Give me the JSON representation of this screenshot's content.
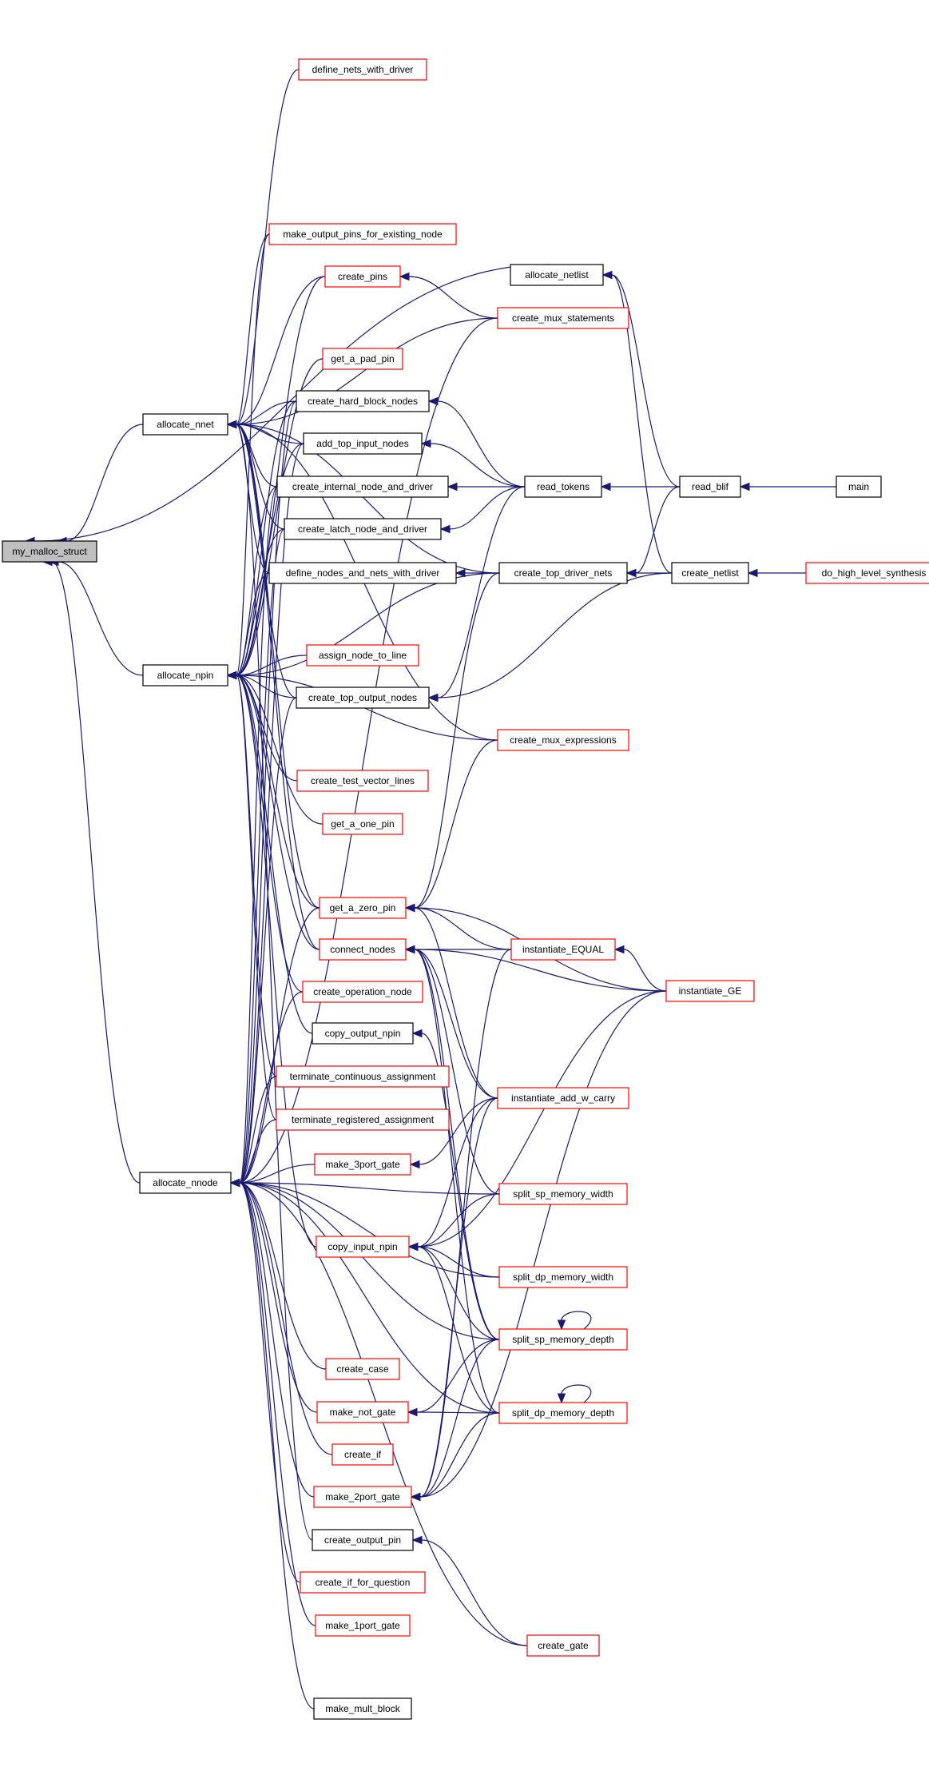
{
  "diagram": {
    "colors": {
      "edge": "#191970",
      "arrow": "#191970",
      "focus_fill": "#bfbfbf",
      "border_black": "#000000",
      "border_red": "#ff0000",
      "fill": "#ffffff",
      "text": "#000000"
    },
    "nodes": [
      {
        "id": "my_malloc_struct",
        "label": "my_malloc_struct",
        "style": "focus"
      },
      {
        "id": "allocate_nnet",
        "label": "allocate_nnet",
        "style": "black"
      },
      {
        "id": "allocate_npin",
        "label": "allocate_npin",
        "style": "black"
      },
      {
        "id": "allocate_nnode",
        "label": "allocate_nnode",
        "style": "black"
      },
      {
        "id": "define_nets_with_driver",
        "label": "define_nets_with_driver",
        "style": "red"
      },
      {
        "id": "make_output_pins_for_existing_node",
        "label": "make_output_pins_for_existing_node",
        "style": "red"
      },
      {
        "id": "create_pins",
        "label": "create_pins",
        "style": "red"
      },
      {
        "id": "get_a_pad_pin",
        "label": "get_a_pad_pin",
        "style": "red"
      },
      {
        "id": "create_hard_block_nodes",
        "label": "create_hard_block_nodes",
        "style": "black"
      },
      {
        "id": "add_top_input_nodes",
        "label": "add_top_input_nodes",
        "style": "black"
      },
      {
        "id": "create_internal_node_and_driver",
        "label": "create_internal_node_and_driver",
        "style": "black"
      },
      {
        "id": "create_latch_node_and_driver",
        "label": "create_latch_node_and_driver",
        "style": "black"
      },
      {
        "id": "define_nodes_and_nets_with_driver",
        "label": "define_nodes_and_nets_with_driver",
        "style": "black"
      },
      {
        "id": "assign_node_to_line",
        "label": "assign_node_to_line",
        "style": "red"
      },
      {
        "id": "create_top_output_nodes",
        "label": "create_top_output_nodes",
        "style": "black"
      },
      {
        "id": "create_test_vector_lines",
        "label": "create_test_vector_lines",
        "style": "red"
      },
      {
        "id": "get_a_one_pin",
        "label": "get_a_one_pin",
        "style": "red"
      },
      {
        "id": "get_a_zero_pin",
        "label": "get_a_zero_pin",
        "style": "red"
      },
      {
        "id": "connect_nodes",
        "label": "connect_nodes",
        "style": "red"
      },
      {
        "id": "create_operation_node",
        "label": "create_operation_node",
        "style": "red"
      },
      {
        "id": "copy_output_npin",
        "label": "copy_output_npin",
        "style": "black"
      },
      {
        "id": "terminate_continuous_assignment",
        "label": "terminate_continuous_assignment",
        "style": "red"
      },
      {
        "id": "terminate_registered_assignment",
        "label": "terminate_registered_assignment",
        "style": "red"
      },
      {
        "id": "make_3port_gate",
        "label": "make_3port_gate",
        "style": "red"
      },
      {
        "id": "copy_input_npin",
        "label": "copy_input_npin",
        "style": "red"
      },
      {
        "id": "create_case",
        "label": "create_case",
        "style": "red"
      },
      {
        "id": "make_not_gate",
        "label": "make_not_gate",
        "style": "red"
      },
      {
        "id": "create_if",
        "label": "create_if",
        "style": "red"
      },
      {
        "id": "make_2port_gate",
        "label": "make_2port_gate",
        "style": "red"
      },
      {
        "id": "create_output_pin",
        "label": "create_output_pin",
        "style": "black"
      },
      {
        "id": "create_if_for_question",
        "label": "create_if_for_question",
        "style": "red"
      },
      {
        "id": "make_1port_gate",
        "label": "make_1port_gate",
        "style": "red"
      },
      {
        "id": "make_mult_block",
        "label": "make_mult_block",
        "style": "black"
      },
      {
        "id": "allocate_netlist",
        "label": "allocate_netlist",
        "style": "black"
      },
      {
        "id": "create_mux_statements",
        "label": "create_mux_statements",
        "style": "red"
      },
      {
        "id": "read_tokens",
        "label": "read_tokens",
        "style": "black"
      },
      {
        "id": "create_top_driver_nets",
        "label": "create_top_driver_nets",
        "style": "black"
      },
      {
        "id": "create_mux_expressions",
        "label": "create_mux_expressions",
        "style": "red"
      },
      {
        "id": "instantiate_EQUAL",
        "label": "instantiate_EQUAL",
        "style": "red"
      },
      {
        "id": "instantiate_add_w_carry",
        "label": "instantiate_add_w_carry",
        "style": "red"
      },
      {
        "id": "split_sp_memory_width",
        "label": "split_sp_memory_width",
        "style": "red"
      },
      {
        "id": "split_dp_memory_width",
        "label": "split_dp_memory_width",
        "style": "red"
      },
      {
        "id": "split_sp_memory_depth",
        "label": "split_sp_memory_depth",
        "style": "red"
      },
      {
        "id": "split_dp_memory_depth",
        "label": "split_dp_memory_depth",
        "style": "red"
      },
      {
        "id": "create_gate",
        "label": "create_gate",
        "style": "red"
      },
      {
        "id": "read_blif",
        "label": "read_blif",
        "style": "black"
      },
      {
        "id": "create_netlist",
        "label": "create_netlist",
        "style": "black"
      },
      {
        "id": "instantiate_GE",
        "label": "instantiate_GE",
        "style": "red"
      },
      {
        "id": "main",
        "label": "main",
        "style": "black"
      },
      {
        "id": "do_high_level_synthesis",
        "label": "do_high_level_synthesis",
        "style": "red"
      }
    ],
    "edges": [
      {
        "to": "my_malloc_struct",
        "from": "allocate_nnet"
      },
      {
        "to": "my_malloc_struct",
        "from": "allocate_npin"
      },
      {
        "to": "my_malloc_struct",
        "from": "allocate_nnode"
      },
      {
        "to": "my_malloc_struct",
        "from": "allocate_netlist"
      },
      {
        "to": "allocate_nnet",
        "from": "define_nets_with_driver"
      },
      {
        "to": "allocate_nnet",
        "from": "make_output_pins_for_existing_node"
      },
      {
        "to": "allocate_nnet",
        "from": "create_pins"
      },
      {
        "to": "allocate_nnet",
        "from": "create_hard_block_nodes"
      },
      {
        "to": "allocate_nnet",
        "from": "add_top_input_nodes"
      },
      {
        "to": "allocate_nnet",
        "from": "create_internal_node_and_driver"
      },
      {
        "to": "allocate_nnet",
        "from": "create_latch_node_and_driver"
      },
      {
        "to": "allocate_nnet",
        "from": "define_nodes_and_nets_with_driver"
      },
      {
        "to": "allocate_nnet",
        "from": "create_mux_statements"
      },
      {
        "to": "allocate_nnet",
        "from": "create_top_driver_nets"
      },
      {
        "to": "allocate_nnet",
        "from": "create_mux_expressions"
      },
      {
        "to": "allocate_nnet",
        "from": "create_top_output_nodes"
      },
      {
        "to": "allocate_nnet",
        "from": "get_a_zero_pin"
      },
      {
        "to": "allocate_nnet",
        "from": "connect_nodes"
      },
      {
        "to": "allocate_nnet",
        "from": "create_output_pin"
      },
      {
        "to": "allocate_npin",
        "from": "make_output_pins_for_existing_node"
      },
      {
        "to": "allocate_npin",
        "from": "create_pins"
      },
      {
        "to": "allocate_npin",
        "from": "get_a_pad_pin"
      },
      {
        "to": "allocate_npin",
        "from": "create_hard_block_nodes"
      },
      {
        "to": "allocate_npin",
        "from": "add_top_input_nodes"
      },
      {
        "to": "allocate_npin",
        "from": "create_internal_node_and_driver"
      },
      {
        "to": "allocate_npin",
        "from": "create_latch_node_and_driver"
      },
      {
        "to": "allocate_npin",
        "from": "define_nodes_and_nets_with_driver"
      },
      {
        "to": "allocate_npin",
        "from": "assign_node_to_line"
      },
      {
        "to": "allocate_npin",
        "from": "create_top_output_nodes"
      },
      {
        "to": "allocate_npin",
        "from": "create_test_vector_lines"
      },
      {
        "to": "allocate_npin",
        "from": "get_a_one_pin"
      },
      {
        "to": "allocate_npin",
        "from": "get_a_zero_pin"
      },
      {
        "to": "allocate_npin",
        "from": "connect_nodes"
      },
      {
        "to": "allocate_npin",
        "from": "create_operation_node"
      },
      {
        "to": "allocate_npin",
        "from": "copy_output_npin"
      },
      {
        "to": "allocate_npin",
        "from": "terminate_continuous_assignment"
      },
      {
        "to": "allocate_npin",
        "from": "terminate_registered_assignment"
      },
      {
        "to": "allocate_npin",
        "from": "copy_input_npin"
      },
      {
        "to": "allocate_npin",
        "from": "create_top_driver_nets"
      },
      {
        "to": "allocate_npin",
        "from": "create_mux_expressions"
      },
      {
        "to": "allocate_nnode",
        "from": "create_hard_block_nodes"
      },
      {
        "to": "allocate_nnode",
        "from": "add_top_input_nodes"
      },
      {
        "to": "allocate_nnode",
        "from": "create_internal_node_and_driver"
      },
      {
        "to": "allocate_nnode",
        "from": "create_latch_node_and_driver"
      },
      {
        "to": "allocate_nnode",
        "from": "create_top_output_nodes"
      },
      {
        "to": "allocate_nnode",
        "from": "get_a_zero_pin"
      },
      {
        "to": "allocate_nnode",
        "from": "create_operation_node"
      },
      {
        "to": "allocate_nnode",
        "from": "terminate_continuous_assignment"
      },
      {
        "to": "allocate_nnode",
        "from": "terminate_registered_assignment"
      },
      {
        "to": "allocate_nnode",
        "from": "make_3port_gate"
      },
      {
        "to": "allocate_nnode",
        "from": "split_sp_memory_width"
      },
      {
        "to": "allocate_nnode",
        "from": "split_dp_memory_width"
      },
      {
        "to": "allocate_nnode",
        "from": "split_sp_memory_depth"
      },
      {
        "to": "allocate_nnode",
        "from": "create_case"
      },
      {
        "to": "allocate_nnode",
        "from": "make_not_gate"
      },
      {
        "to": "allocate_nnode",
        "from": "create_if"
      },
      {
        "to": "allocate_nnode",
        "from": "make_2port_gate"
      },
      {
        "to": "allocate_nnode",
        "from": "create_if_for_question"
      },
      {
        "to": "allocate_nnode",
        "from": "make_1port_gate"
      },
      {
        "to": "allocate_nnode",
        "from": "split_dp_memory_depth"
      },
      {
        "to": "allocate_nnode",
        "from": "make_mult_block"
      },
      {
        "to": "allocate_nnode",
        "from": "create_gate"
      },
      {
        "to": "allocate_nnode",
        "from": "create_mux_statements"
      },
      {
        "to": "create_pins",
        "from": "create_mux_statements"
      },
      {
        "to": "create_hard_block_nodes",
        "from": "read_tokens"
      },
      {
        "to": "add_top_input_nodes",
        "from": "read_tokens"
      },
      {
        "to": "create_internal_node_and_driver",
        "from": "read_tokens"
      },
      {
        "to": "create_latch_node_and_driver",
        "from": "read_tokens"
      },
      {
        "to": "define_nodes_and_nets_with_driver",
        "from": "create_top_driver_nets"
      },
      {
        "to": "create_top_output_nodes",
        "from": "read_tokens"
      },
      {
        "to": "create_top_output_nodes",
        "from": "create_netlist"
      },
      {
        "to": "get_a_zero_pin",
        "from": "create_top_driver_nets"
      },
      {
        "to": "get_a_zero_pin",
        "from": "create_mux_expressions"
      },
      {
        "to": "get_a_zero_pin",
        "from": "instantiate_EQUAL"
      },
      {
        "to": "get_a_zero_pin",
        "from": "instantiate_add_w_carry"
      },
      {
        "to": "get_a_zero_pin",
        "from": "instantiate_GE"
      },
      {
        "to": "connect_nodes",
        "from": "instantiate_EQUAL"
      },
      {
        "to": "connect_nodes",
        "from": "instantiate_add_w_carry"
      },
      {
        "to": "connect_nodes",
        "from": "instantiate_GE"
      },
      {
        "to": "connect_nodes",
        "from": "split_sp_memory_width"
      },
      {
        "to": "connect_nodes",
        "from": "split_sp_memory_depth"
      },
      {
        "to": "connect_nodes",
        "from": "split_dp_memory_depth"
      },
      {
        "to": "copy_output_npin",
        "from": "split_sp_memory_depth"
      },
      {
        "to": "make_3port_gate",
        "from": "instantiate_add_w_carry"
      },
      {
        "to": "copy_input_npin",
        "from": "split_sp_memory_width"
      },
      {
        "to": "copy_input_npin",
        "from": "split_dp_memory_width"
      },
      {
        "to": "copy_input_npin",
        "from": "instantiate_GE"
      },
      {
        "to": "copy_input_npin",
        "from": "instantiate_add_w_carry"
      },
      {
        "to": "copy_input_npin",
        "from": "split_sp_memory_depth"
      },
      {
        "to": "copy_input_npin",
        "from": "split_dp_memory_depth"
      },
      {
        "to": "make_not_gate",
        "from": "split_sp_memory_depth"
      },
      {
        "to": "make_not_gate",
        "from": "split_dp_memory_depth"
      },
      {
        "to": "make_2port_gate",
        "from": "instantiate_EQUAL"
      },
      {
        "to": "make_2port_gate",
        "from": "instantiate_add_w_carry"
      },
      {
        "to": "make_2port_gate",
        "from": "split_sp_memory_depth"
      },
      {
        "to": "make_2port_gate",
        "from": "split_dp_memory_depth"
      },
      {
        "to": "make_2port_gate",
        "from": "instantiate_GE"
      },
      {
        "to": "create_output_pin",
        "from": "create_gate"
      },
      {
        "to": "allocate_netlist",
        "from": "read_blif"
      },
      {
        "to": "allocate_netlist",
        "from": "create_netlist"
      },
      {
        "to": "read_tokens",
        "from": "read_blif"
      },
      {
        "to": "create_top_driver_nets",
        "from": "read_blif"
      },
      {
        "to": "create_top_driver_nets",
        "from": "create_netlist"
      },
      {
        "to": "instantiate_EQUAL",
        "from": "instantiate_GE"
      },
      {
        "to": "split_sp_memory_depth",
        "from": "split_sp_memory_depth"
      },
      {
        "to": "split_dp_memory_depth",
        "from": "split_dp_memory_depth"
      },
      {
        "to": "read_blif",
        "from": "main"
      },
      {
        "to": "create_netlist",
        "from": "do_high_level_synthesis"
      }
    ]
  }
}
